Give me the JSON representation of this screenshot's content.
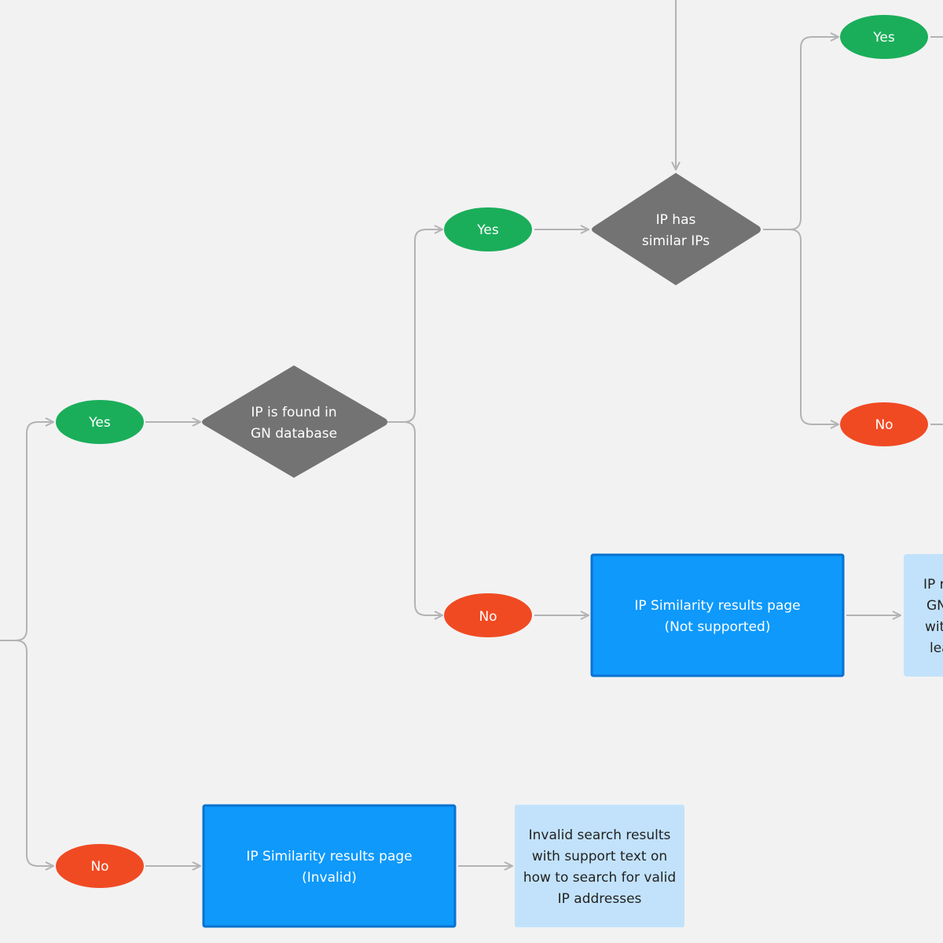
{
  "colors": {
    "background": "#f2f2f2",
    "yes": "#1aae5a",
    "no": "#f04a23",
    "decision": "#737373",
    "page": "#0e99fb",
    "page_border": "#0a72d0",
    "note": "#c2e2fb",
    "connector": "#b3b3b3"
  },
  "decisions": {
    "found": {
      "line1": "IP is found in",
      "line2": "GN database"
    },
    "similar": {
      "line1": "IP has",
      "line2": "similar IPs"
    }
  },
  "outcomes": {
    "yes_root": "Yes",
    "no_root": "No",
    "yes_found": "Yes",
    "no_found": "No",
    "yes_similar": "Yes",
    "no_similar": "No"
  },
  "pages": {
    "not_supported": {
      "line1": "IP Similarity results page",
      "line2": "(Not supported)"
    },
    "invalid": {
      "line1": "IP Similarity results page",
      "line2": "(Invalid)"
    }
  },
  "notes": {
    "invalid": {
      "line1": "Invalid search results",
      "line2": "with support text on",
      "line3": "how to search for valid",
      "line4": "IP addresses"
    },
    "not_supported_partial": {
      "line1": "IP r",
      "line2": "GN",
      "line3": "wit",
      "line4": "lea"
    }
  }
}
